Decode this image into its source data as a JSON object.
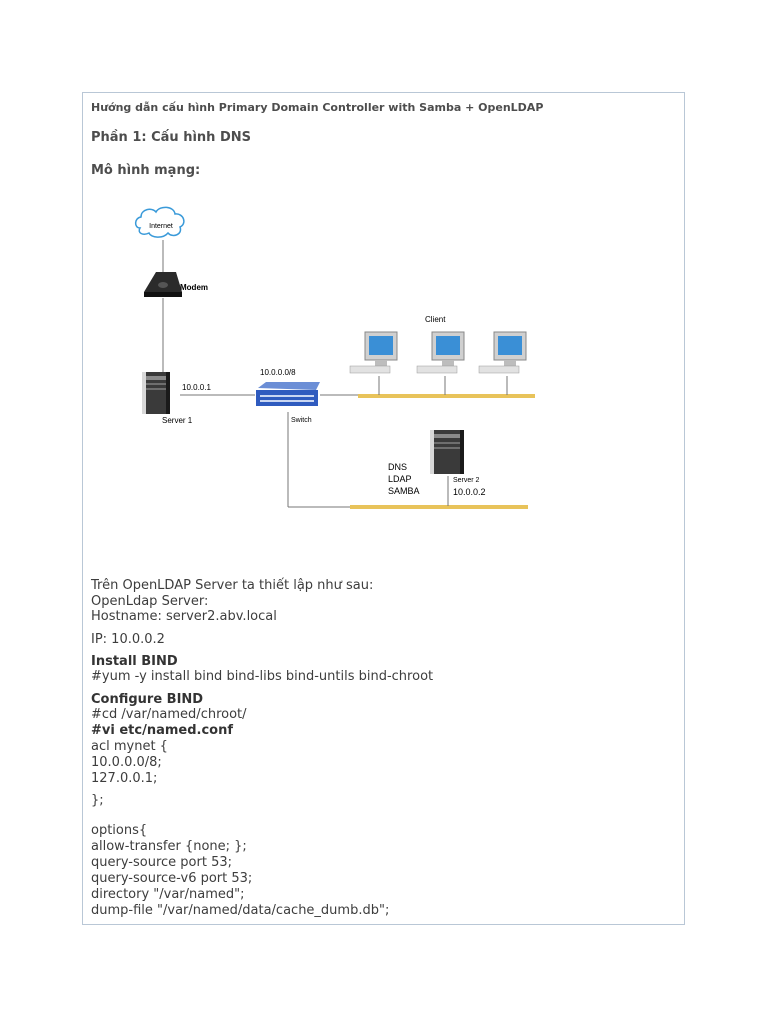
{
  "document": {
    "title": "Hướng dẫn cấu hình Primary Domain Controller with Samba + OpenLDAP",
    "section": "Phần 1: Cấu hình DNS",
    "model_heading": "Mô hình mạng:"
  },
  "diagram": {
    "internet_label": "Internet",
    "modem_label": "Modem",
    "server1_label": "Server 1",
    "server1_ip": "10.0.0.1",
    "network_label": "10.0.0.0/8",
    "switch_label": "Switch",
    "client_label": "Client",
    "services": [
      "DNS",
      "LDAP",
      "SAMBA"
    ],
    "server2_label": "Server 2",
    "server2_ip": "10.0.0.2"
  },
  "content": {
    "intro_1": "Trên OpenLDAP Server ta thiết lập như sau:",
    "intro_2": "OpenLdap Server:",
    "hostname": "Hostname: server2.abv.local",
    "ip": "IP: 10.0.0.2",
    "install_heading": "Install BIND",
    "install_cmd": "#yum -y install bind bind-libs bind-untils bind-chroot",
    "configure_heading": "Configure BIND",
    "cd_cmd": "#cd /var/named/chroot/",
    "vi_cmd": "#vi etc/named.conf",
    "acl_line": "acl mynet {",
    "acl_net": "10.0.0.0/8;",
    "acl_local": "127.0.0.1;",
    "acl_close": "};",
    "options_line": "options{",
    "allow_transfer": "allow-transfer {none; };",
    "query_source": "query-source port 53;",
    "query_source_v6": "query-source-v6 port 53;",
    "directory": "directory \"/var/named\";",
    "dump_file": "dump-file \"/var/named/data/cache_dumb.db\";"
  }
}
